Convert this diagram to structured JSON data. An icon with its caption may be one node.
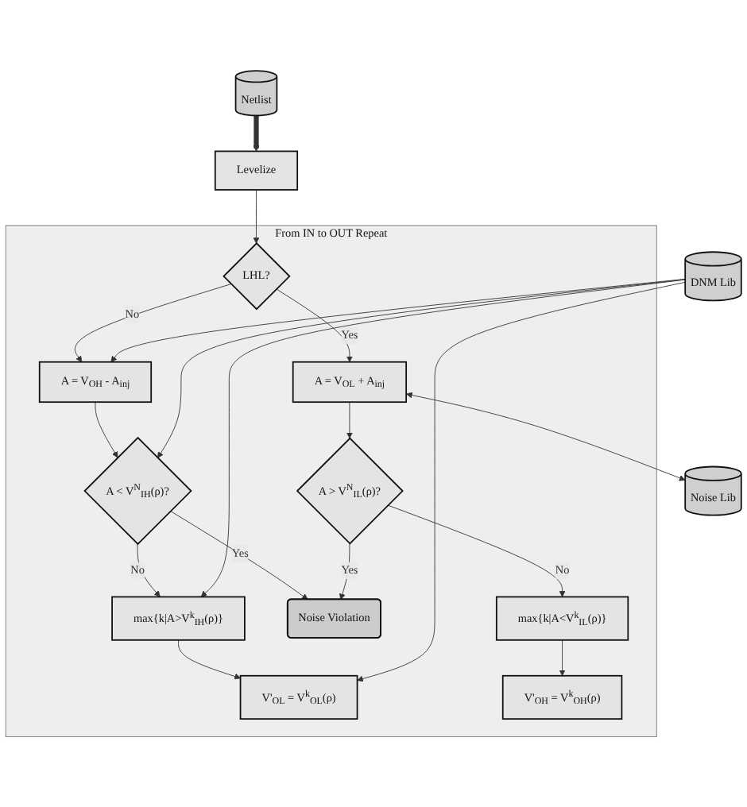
{
  "diagram": {
    "nodes": [
      {
        "text": [
          "Netlist"
        ]
      },
      {
        "text": [
          "DNM Lib"
        ]
      },
      {
        "text": [
          "Levelize"
        ]
      },
      {
        "text": [
          "Noise Lib"
        ]
      },
      {
        "text": [
          "From IN to OUT Repeat"
        ]
      },
      {
        "text": [
          "LHL?"
        ],
        "in": 4
      },
      {
        "text": [
          "A = V$_{OH}$ - A$_{inj}$"
        ],
        "in": 4
      },
      {
        "text": [
          "A = V$_{OL}$ + A$_{inj}$"
        ],
        "in": 4
      },
      {
        "text": [
          "A < V$^{N}$$_{IH}$(ρ)?"
        ],
        "in": 4
      },
      {
        "text": [
          "A > V$^{N}$$_{IL}$(ρ)?"
        ],
        "in": 4
      },
      {
        "text": [
          "Noise Violation"
        ],
        "in": 4
      },
      {
        "text": [
          "max{k|A>V$^{k}$$_{IH}$(ρ)}"
        ],
        "in": 4
      },
      {
        "text": [
          "max{k|A<V$^{k}$$_{IL}$(ρ)}"
        ],
        "in": 4
      },
      {
        "text": [
          "V'$_{OL}$ = V$^{k}$$_{OL}$(ρ)"
        ],
        "in": 4
      },
      {
        "text": [
          "V'$_{OH}$ = V$^{k}$$_{OH}$(ρ)"
        ],
        "in": 4
      }
    ],
    "edges": [
      {
        "from": 0,
        "to": 2,
        "arrow": "to",
        "style": "thick"
      },
      {
        "from": 2,
        "to": 5,
        "arrow": "to"
      },
      {
        "from": 5,
        "to": 6,
        "arrow": "to",
        "label": "No"
      },
      {
        "from": 5,
        "to": 7,
        "arrow": "to",
        "label": "Yes"
      },
      {
        "from": 1,
        "to": 6,
        "arrow": "to"
      },
      {
        "from": 3,
        "to": 7,
        "arrow": "both"
      },
      {
        "from": 6,
        "to": 8,
        "arrow": "to"
      },
      {
        "from": 7,
        "to": 9,
        "arrow": "to"
      },
      {
        "from": 1,
        "to": 8,
        "arrow": "to"
      },
      {
        "from": 8,
        "to": 10,
        "arrow": "to",
        "label": "Yes"
      },
      {
        "from": 9,
        "to": 10,
        "arrow": "to",
        "label": "Yes"
      },
      {
        "from": 8,
        "to": 11,
        "arrow": "to",
        "label": "No"
      },
      {
        "from": 9,
        "to": 12,
        "arrow": "to",
        "label": "No"
      },
      {
        "from": 1,
        "to": 11,
        "arrow": "to"
      },
      {
        "from": 11,
        "to": 13,
        "arrow": "to"
      },
      {
        "from": 12,
        "to": 14,
        "arrow": "to"
      },
      {
        "from": 1,
        "to": 13,
        "arrow": "to"
      }
    ]
  }
}
